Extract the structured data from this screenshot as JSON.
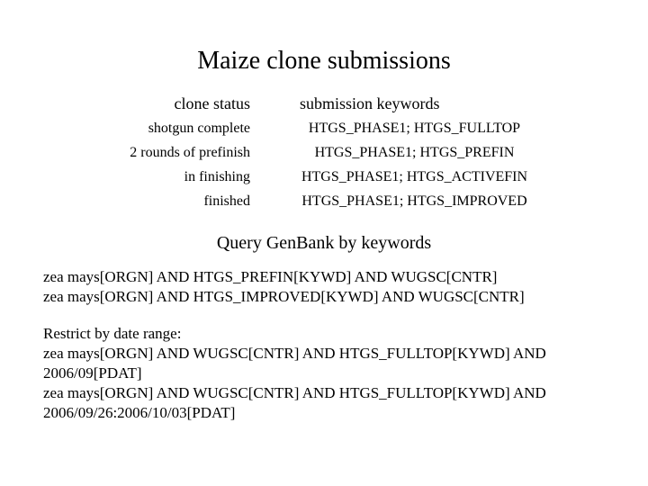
{
  "slide": {
    "title": "Maize clone submissions",
    "table": {
      "headers": {
        "left": "clone status",
        "right": "submission keywords"
      },
      "rows": [
        {
          "status": "shotgun complete",
          "keywords": "HTGS_PHASE1; HTGS_FULLTOP"
        },
        {
          "status": "2 rounds of prefinish",
          "keywords": "HTGS_PHASE1; HTGS_PREFIN"
        },
        {
          "status": "in finishing",
          "keywords": "HTGS_PHASE1; HTGS_ACTIVEFIN"
        },
        {
          "status": "finished",
          "keywords": "HTGS_PHASE1; HTGS_IMPROVED"
        }
      ]
    },
    "section_heading": "Query GenBank by keywords",
    "keyword_queries": [
      "zea mays[ORGN] AND HTGS_PREFIN[KYWD] AND WUGSC[CNTR]",
      "zea mays[ORGN] AND HTGS_IMPROVED[KYWD] AND WUGSC[CNTR]"
    ],
    "date_range": {
      "label": "Restrict by date range:",
      "queries": [
        {
          "line1": "zea mays[ORGN] AND WUGSC[CNTR] AND HTGS_FULLTOP[KYWD] AND",
          "line2": "2006/09[PDAT]"
        },
        {
          "line1": "zea mays[ORGN] AND WUGSC[CNTR] AND HTGS_FULLTOP[KYWD] AND",
          "line2": "2006/09/26:2006/10/03[PDAT]"
        }
      ]
    },
    "colors": {
      "background": "#ffffff",
      "text": "#000000"
    }
  }
}
